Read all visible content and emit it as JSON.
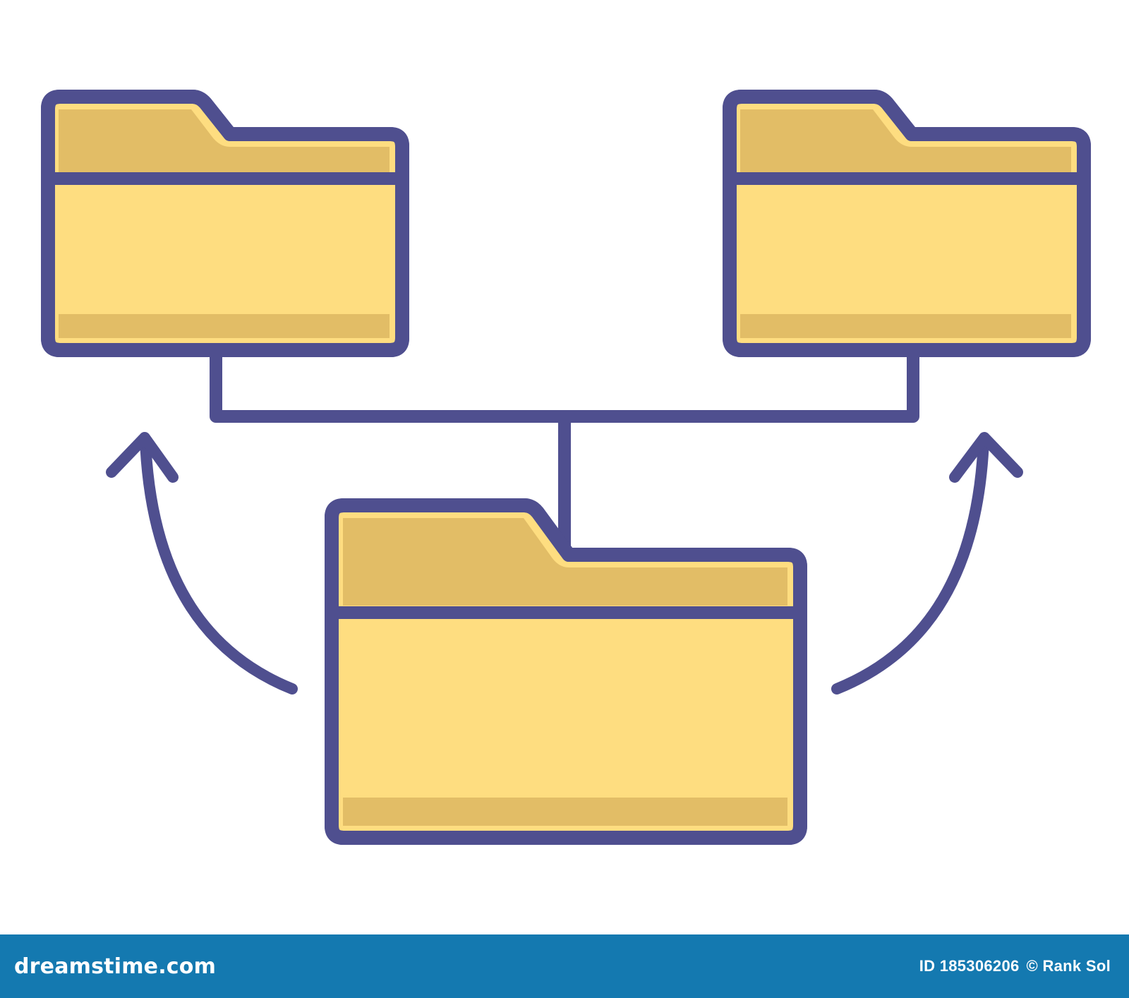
{
  "colors": {
    "outline": "#4f4f8f",
    "folder_light": "#fedd80",
    "folder_dark": "#e2bd66",
    "background": "#ffffff",
    "footer": "#1479b0",
    "footer_text": "#ffffff"
  },
  "icons": {
    "folders": [
      "folder-icon",
      "folder-icon",
      "folder-icon"
    ],
    "arrows": [
      "curved-arrow-up-icon",
      "curved-arrow-up-icon"
    ]
  },
  "footer": {
    "brand": "dreamstime.com",
    "image_id": "ID 185306206",
    "credit": "© Rank Sol"
  }
}
